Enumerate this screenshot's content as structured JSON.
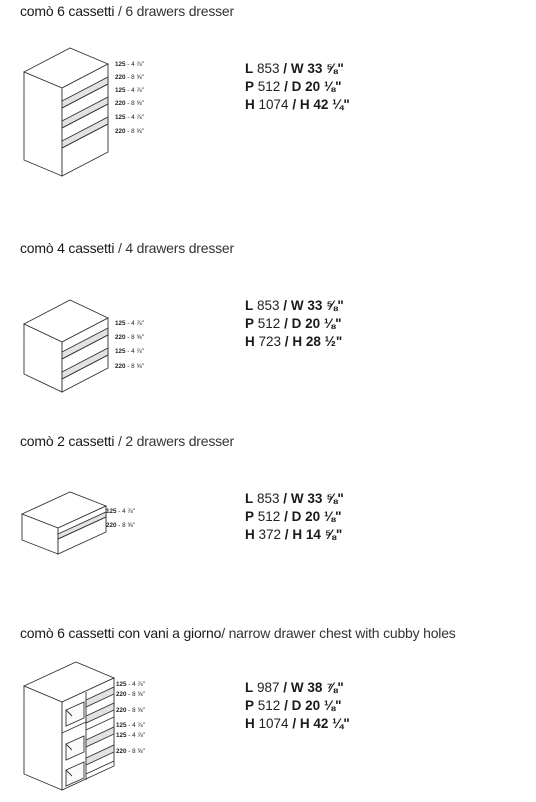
{
  "products": [
    {
      "title_it": "comò 6 cassetti",
      "sep": " / ",
      "title_en": "6 drawers dresser",
      "dims": [
        {
          "k1": "L",
          "v1": "853",
          "k2": "W",
          "v2": "33 ⅝\""
        },
        {
          "k1": "P",
          "v1": "512",
          "k2": "D",
          "v2": "20 ⅛\""
        },
        {
          "k1": "H",
          "v1": "1074",
          "k2": "H",
          "v2": "42 ¼\""
        }
      ],
      "drawer_labels": [
        {
          "mm": "125",
          "in": "4 ⅞\""
        },
        {
          "mm": "220",
          "in": "8 ⅝\""
        },
        {
          "mm": "125",
          "in": "4 ⅞\""
        },
        {
          "mm": "220",
          "in": "8 ⅝\""
        },
        {
          "mm": "125",
          "in": "4 ⅞\""
        },
        {
          "mm": "220",
          "in": "8 ⅝\""
        }
      ]
    },
    {
      "title_it": "comò 4 cassetti",
      "sep": " / ",
      "title_en": "4 drawers dresser",
      "dims": [
        {
          "k1": "L",
          "v1": "853",
          "k2": "W",
          "v2": "33 ⅝\""
        },
        {
          "k1": "P",
          "v1": "512",
          "k2": "D",
          "v2": "20 ⅛\""
        },
        {
          "k1": "H",
          "v1": "723",
          "k2": "H",
          "v2": "28 ½\""
        }
      ],
      "drawer_labels": [
        {
          "mm": "125",
          "in": "4 ⅞\""
        },
        {
          "mm": "220",
          "in": "8 ⅝\""
        },
        {
          "mm": "125",
          "in": "4 ⅞\""
        },
        {
          "mm": "220",
          "in": "8 ⅝\""
        }
      ]
    },
    {
      "title_it": "comò 2 cassetti",
      "sep": " / ",
      "title_en": "2 drawers dresser",
      "dims": [
        {
          "k1": "L",
          "v1": "853",
          "k2": "W",
          "v2": "33 ⅝\""
        },
        {
          "k1": "P",
          "v1": "512",
          "k2": "D",
          "v2": "20 ⅛\""
        },
        {
          "k1": "H",
          "v1": "372",
          "k2": "H",
          "v2": "14 ⅝\""
        }
      ],
      "drawer_labels": [
        {
          "mm": "125",
          "in": "4 ⅞\""
        },
        {
          "mm": "220",
          "in": "8 ⅝\""
        }
      ]
    },
    {
      "title_it": "comò 6 cassetti con vani a giorno",
      "sep": "/ ",
      "title_en": "narrow drawer chest with cubby holes",
      "dims": [
        {
          "k1": "L",
          "v1": "987",
          "k2": "W",
          "v2": "38 ⅞\""
        },
        {
          "k1": "P",
          "v1": "512",
          "k2": "D",
          "v2": "20 ⅛\""
        },
        {
          "k1": "H",
          "v1": "1074",
          "k2": "H",
          "v2": "42 ¼\""
        }
      ],
      "drawer_labels": [
        {
          "mm": "125",
          "in": "4 ⅞\""
        },
        {
          "mm": "220",
          "in": "8 ⅝\""
        },
        {
          "mm": "220",
          "in": "8 ⅝\""
        },
        {
          "mm": "125",
          "in": "4 ⅞\""
        },
        {
          "mm": "125",
          "in": "4 ⅞\""
        },
        {
          "mm": "220",
          "in": "8 ⅝\""
        }
      ]
    }
  ]
}
